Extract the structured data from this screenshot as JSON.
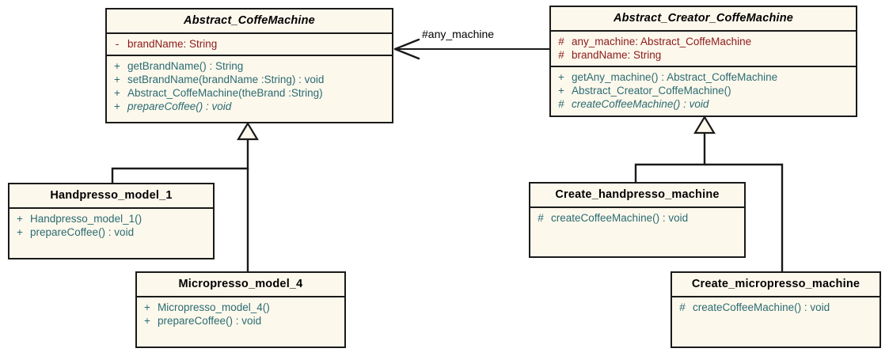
{
  "diagram": {
    "type": "uml-class-diagram",
    "title": "Abstract Factory coffee machine class diagram",
    "colors": {
      "class_fill": "#fdf8ec",
      "class_border": "#1a1a1a",
      "attribute_text": "#8b1a1a",
      "operation_text": "#2a6b72",
      "title_text": "#000000",
      "edge": "#1a1a1a",
      "canvas": "#ffffff"
    },
    "classes": [
      {
        "id": "abstract-coffemachine",
        "name": "Abstract_CoffeMachine",
        "abstract": true,
        "attributes": [
          {
            "visibility": "-",
            "text": "brandName:  String"
          }
        ],
        "operations": [
          {
            "visibility": "+",
            "text": "getBrandName() : String",
            "abstract": false
          },
          {
            "visibility": "+",
            "text": "setBrandName(brandName :String) : void",
            "abstract": false
          },
          {
            "visibility": "+",
            "text": "Abstract_CoffeMachine(theBrand :String)",
            "abstract": false
          },
          {
            "visibility": "+",
            "text": "prepareCoffee() : void",
            "abstract": true
          }
        ]
      },
      {
        "id": "abstract-creator-coffemachine",
        "name": "Abstract_Creator_CoffeMachine",
        "abstract": true,
        "attributes": [
          {
            "visibility": "#",
            "text": "any_machine:  Abstract_CoffeMachine"
          },
          {
            "visibility": "#",
            "text": "brandName:  String"
          }
        ],
        "operations": [
          {
            "visibility": "+",
            "text": "getAny_machine() : Abstract_CoffeMachine",
            "abstract": false
          },
          {
            "visibility": "+",
            "text": "Abstract_Creator_CoffeMachine()",
            "abstract": false
          },
          {
            "visibility": "#",
            "text": "createCoffeeMachine() : void",
            "abstract": true
          }
        ]
      },
      {
        "id": "handpresso-model-1",
        "name": "Handpresso_model_1",
        "abstract": false,
        "attributes": [],
        "operations": [
          {
            "visibility": "+",
            "text": "Handpresso_model_1()",
            "abstract": false
          },
          {
            "visibility": "+",
            "text": "prepareCoffee() : void",
            "abstract": false
          }
        ]
      },
      {
        "id": "micropresso-model-4",
        "name": "Micropresso_model_4",
        "abstract": false,
        "attributes": [],
        "operations": [
          {
            "visibility": "+",
            "text": "Micropresso_model_4()",
            "abstract": false
          },
          {
            "visibility": "+",
            "text": "prepareCoffee() : void",
            "abstract": false
          }
        ]
      },
      {
        "id": "create-handpresso-machine",
        "name": "Create_handpresso_machine",
        "abstract": false,
        "attributes": [],
        "operations": [
          {
            "visibility": "#",
            "text": "createCoffeeMachine() : void",
            "abstract": false
          }
        ]
      },
      {
        "id": "create-micropresso-machine",
        "name": "Create_micropresso_machine",
        "abstract": false,
        "attributes": [],
        "operations": [
          {
            "visibility": "#",
            "text": "createCoffeeMachine() : void",
            "abstract": false
          }
        ]
      }
    ],
    "relationships": [
      {
        "kind": "association",
        "from": "abstract-creator-coffemachine",
        "to": "abstract-coffemachine",
        "label": "#any_machine",
        "arrow": "open"
      },
      {
        "kind": "generalization",
        "from": "handpresso-model-1",
        "to": "abstract-coffemachine"
      },
      {
        "kind": "generalization",
        "from": "micropresso-model-4",
        "to": "abstract-coffemachine"
      },
      {
        "kind": "generalization",
        "from": "create-handpresso-machine",
        "to": "abstract-creator-coffemachine"
      },
      {
        "kind": "generalization",
        "from": "create-micropresso-machine",
        "to": "abstract-creator-coffemachine"
      }
    ]
  }
}
